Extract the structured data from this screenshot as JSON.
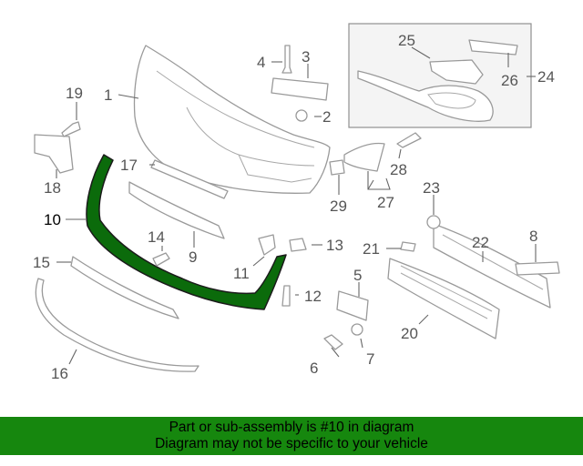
{
  "callouts": [
    {
      "id": "1",
      "text": "1"
    },
    {
      "id": "2",
      "text": "2"
    },
    {
      "id": "3",
      "text": "3"
    },
    {
      "id": "4",
      "text": "4"
    },
    {
      "id": "5",
      "text": "5"
    },
    {
      "id": "6",
      "text": "6"
    },
    {
      "id": "7",
      "text": "7"
    },
    {
      "id": "8",
      "text": "8"
    },
    {
      "id": "9",
      "text": "9"
    },
    {
      "id": "10",
      "text": "10"
    },
    {
      "id": "11",
      "text": "11"
    },
    {
      "id": "12",
      "text": "12"
    },
    {
      "id": "13",
      "text": "13"
    },
    {
      "id": "14",
      "text": "14"
    },
    {
      "id": "15",
      "text": "15"
    },
    {
      "id": "16",
      "text": "16"
    },
    {
      "id": "17",
      "text": "17"
    },
    {
      "id": "18",
      "text": "18"
    },
    {
      "id": "19",
      "text": "19"
    },
    {
      "id": "20",
      "text": "20"
    },
    {
      "id": "21",
      "text": "21"
    },
    {
      "id": "22",
      "text": "22"
    },
    {
      "id": "23",
      "text": "23"
    },
    {
      "id": "24",
      "text": "24"
    },
    {
      "id": "25",
      "text": "25"
    },
    {
      "id": "26",
      "text": "26"
    },
    {
      "id": "27",
      "text": "27"
    },
    {
      "id": "28",
      "text": "28"
    },
    {
      "id": "29",
      "text": "29"
    }
  ],
  "highlighted_part": "10",
  "colors": {
    "highlight": "#0b6b0b",
    "banner": "#16870e"
  },
  "banner": {
    "line1": "Part or sub-assembly is #10 in diagram",
    "line2": "Diagram may not be specific to your vehicle"
  }
}
